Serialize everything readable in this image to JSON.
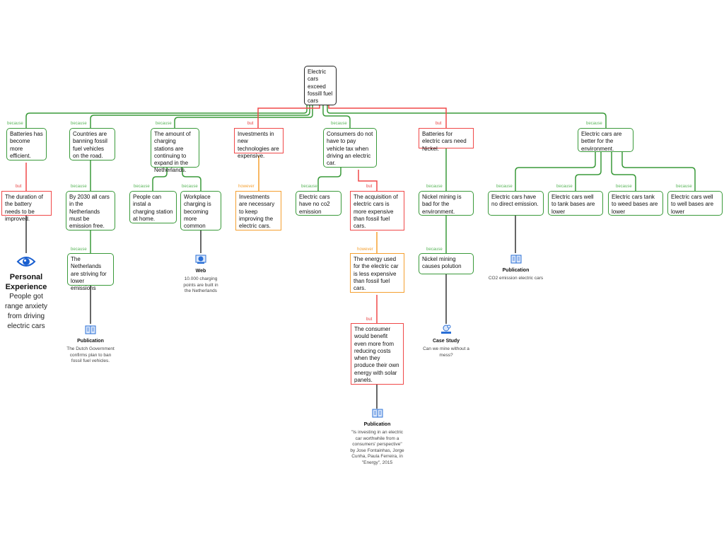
{
  "root": "Electric cars exceed fossill fuel cars",
  "labels": {
    "because": "because",
    "but": "but",
    "however": "however"
  },
  "nodes": {
    "n1": "Batteries has become more efficient.",
    "n2": "The duration of the battery needs to be improved.",
    "n3": "Countries are banning fossil fuel vehicles on the road.",
    "n4": "By 2030 all cars in the Netherlands must be emission free.",
    "n5": "The Netherlands are striving for lower emissions",
    "n6": "The amount of charging stations are continuing to expand in the Netherlands.",
    "n7": "People can instal a charging station at home.",
    "n8": "Workplace charging is becoming more common",
    "n9": "Investments in new technologies are expensive.",
    "n10": "Investments are necessary to keep improving the electric cars.",
    "n11": "Consumers do not have to pay vehicle tax when driving an electric car.",
    "n12": "Electric cars have no co2 emission",
    "n13": "The acquisition of electric cars is more expensive than fossil fuel cars.",
    "n14": "The energy used for the electric car is less expensive than fossil fuel cars.",
    "n15": "The consumer would benefit even more from reducing costs when they produce their own energy with solar panels.",
    "n16": "Batteries for electric cars need Nickel.",
    "n17": "Nickel mining is bad for the environment.",
    "n18": "Nickel mining causes polution",
    "n19": "Electric cars are better for the environment.",
    "n20": "Electric cars have no direct emission.",
    "n21": "Electric cars well to tank bases are lower",
    "n22": "Electric cars tank to weed bases are lower",
    "n23": "Electric cars well to well bases are lower"
  },
  "attachments": {
    "personal": {
      "title": "Personal Experience",
      "text": "People got range anxiety from driving electric cars"
    },
    "pub1": {
      "title": "Publication",
      "text": "The Dutch Government confirms plan to ban fossil fuel vehicles."
    },
    "web": {
      "title": "Web",
      "text": "10.000 charging points are built in the Netherlands"
    },
    "pub2": {
      "title": "Publication",
      "text": "\"Is investing in an electric car worthwhile from a consumers' perspective\" by Jose Fontainhas, Jorge Cunha, Paula Ferreira, in \"Energy\", 2015"
    },
    "case": {
      "title": "Case Study",
      "text": "Can we mine without a mess?"
    },
    "pub3": {
      "title": "Publication",
      "text": "CO2 emission electric cars"
    }
  },
  "colors": {
    "support": "#3a9a3a",
    "oppose": "#f04848",
    "rebut": "#f5a030",
    "icon": "#2a6fd6"
  }
}
